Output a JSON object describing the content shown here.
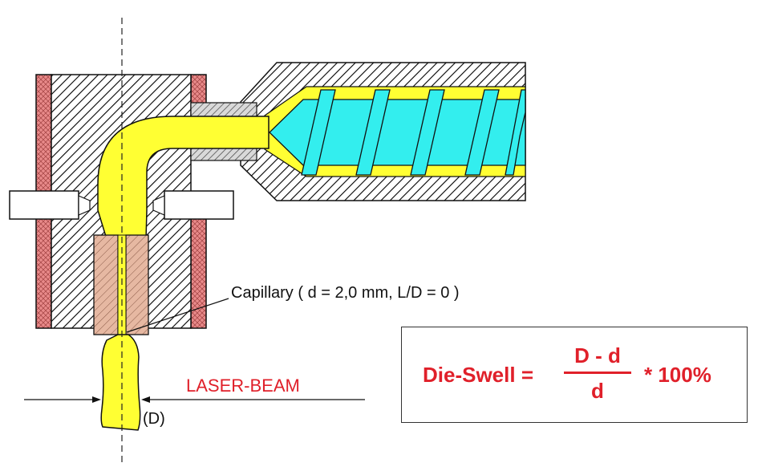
{
  "labels": {
    "capillary": "Capillary ( d = 2,0 mm, L/D = 0 )",
    "laser_beam": "LASER-BEAM",
    "diameter": "(D)"
  },
  "formula": {
    "lhs": "Die-Swell =",
    "numerator": "D - d",
    "denominator": "d",
    "multiplier": "* 100%"
  },
  "colors": {
    "melt": "#ffff33",
    "screw": "#33eeee",
    "heater": "#e88a8a",
    "capillary_die": "#e6b8a2",
    "accent": "#e0202a",
    "outline": "#111111"
  }
}
